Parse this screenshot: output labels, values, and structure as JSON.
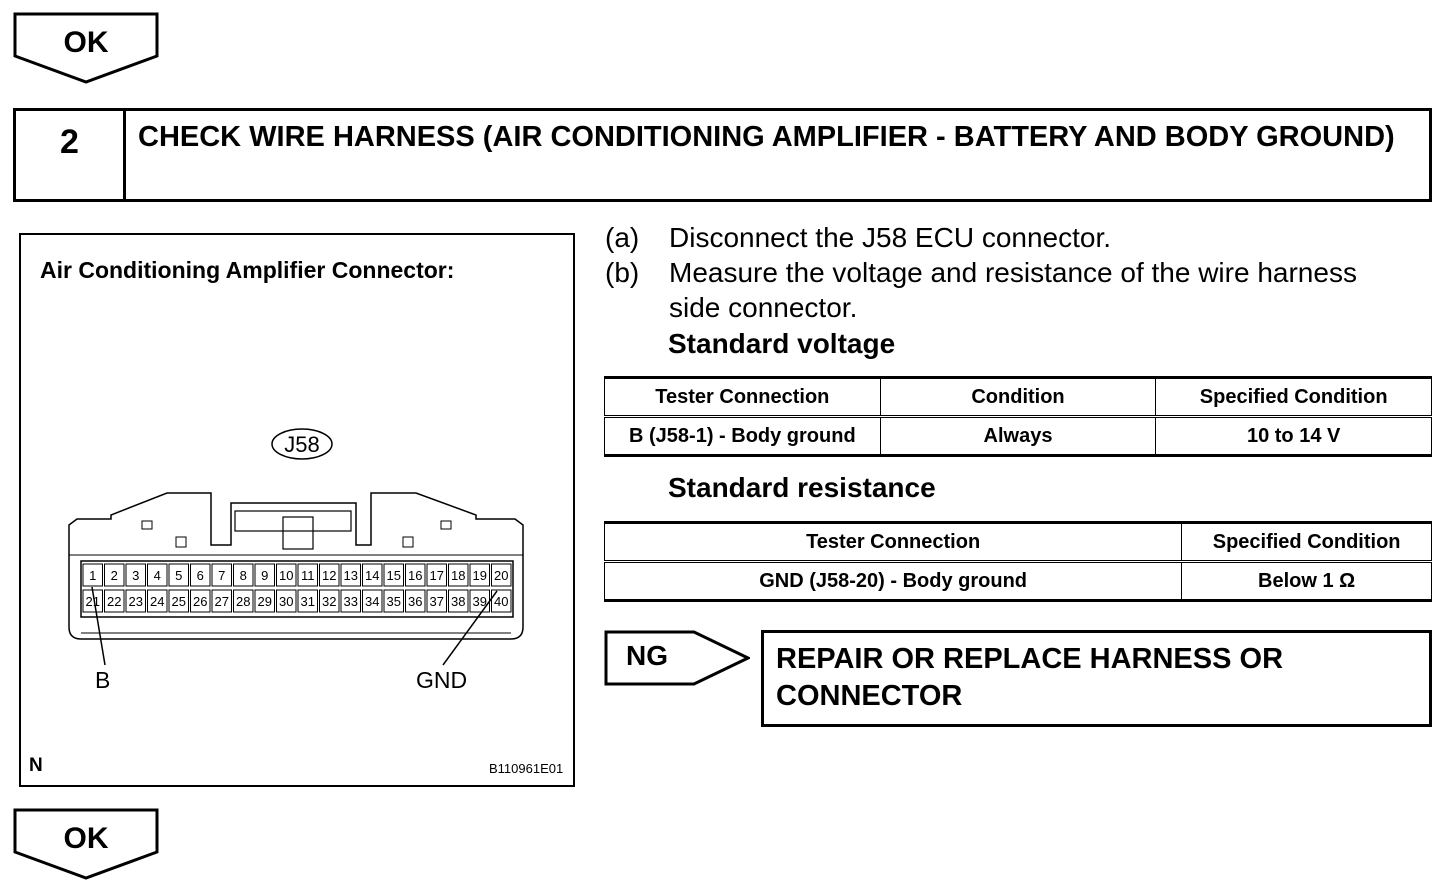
{
  "ok_top": "OK",
  "step": {
    "number": "2",
    "title": "CHECK WIRE HARNESS (AIR CONDITIONING AMPLIFIER - BATTERY AND BODY GROUND)"
  },
  "figure": {
    "title": "Air Conditioning Amplifier Connector:",
    "connector_label": "J58",
    "pins_top": [
      "1",
      "2",
      "3",
      "4",
      "5",
      "6",
      "7",
      "8",
      "9",
      "10",
      "11",
      "12",
      "13",
      "14",
      "15",
      "16",
      "17",
      "18",
      "19",
      "20"
    ],
    "pins_bottom": [
      "21",
      "22",
      "23",
      "24",
      "25",
      "26",
      "27",
      "28",
      "29",
      "30",
      "31",
      "32",
      "33",
      "34",
      "35",
      "36",
      "37",
      "38",
      "39",
      "40"
    ],
    "label_b": "B",
    "label_gnd": "GND",
    "corner_letter": "N",
    "figure_code": "B110961E01"
  },
  "instructions": [
    {
      "label": "(a)",
      "lines": [
        "Disconnect the J58 ECU connector."
      ]
    },
    {
      "label": "(b)",
      "lines": [
        "Measure the voltage and resistance of the wire harness",
        "side connector."
      ]
    }
  ],
  "voltage": {
    "heading": "Standard voltage",
    "headers": [
      "Tester Connection",
      "Condition",
      "Specified Condition"
    ],
    "rows": [
      [
        "B (J58-1) - Body ground",
        "Always",
        "10 to 14 V"
      ]
    ]
  },
  "resistance": {
    "heading": "Standard resistance",
    "headers": [
      "Tester Connection",
      "Specified Condition"
    ],
    "rows": [
      [
        "GND (J58-20) - Body ground",
        "Below 1 Ω"
      ]
    ]
  },
  "ng": {
    "label": "NG",
    "action": "REPAIR OR REPLACE HARNESS OR CONNECTOR"
  },
  "ok_bottom": "OK"
}
